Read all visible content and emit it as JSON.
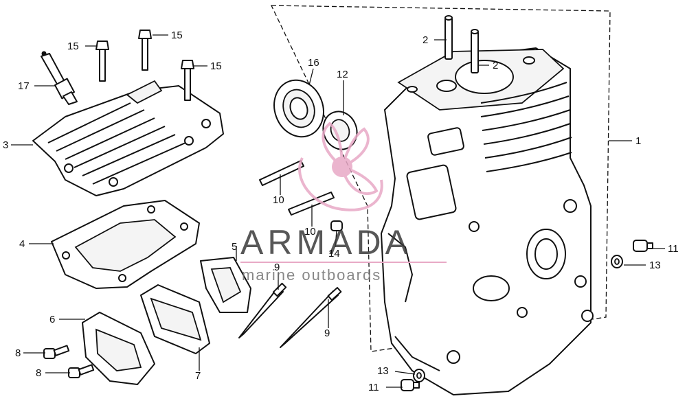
{
  "watermark": {
    "brand": "ARMADA",
    "tagline": "marine outboards",
    "accent_color": "#e8a9c6"
  },
  "callouts": {
    "c1": "1",
    "c2a": "2",
    "c2b": "2",
    "c3": "3",
    "c4": "4",
    "c5": "5",
    "c6": "6",
    "c7": "7",
    "c8a": "8",
    "c8b": "8",
    "c9a": "9",
    "c9b": "9",
    "c10a": "10",
    "c10b": "10",
    "c11a": "11",
    "c11b": "11",
    "c12": "12",
    "c13a": "13",
    "c13b": "13",
    "c14": "14",
    "c15a": "15",
    "c15b": "15",
    "c15c": "15",
    "c16": "16",
    "c17": "17"
  }
}
